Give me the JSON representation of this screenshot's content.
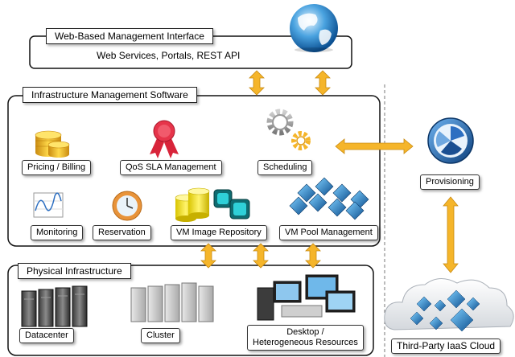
{
  "web_interface": {
    "title": "Web-Based Management Interface",
    "subtitle": "Web Services, Portals, REST API"
  },
  "infrastructure": {
    "title": "Infrastructure Management Software",
    "components": [
      {
        "label": "Pricing / Billing",
        "icon": "coins-icon"
      },
      {
        "label": "QoS SLA Management",
        "icon": "ribbon-seal-icon"
      },
      {
        "label": "Scheduling",
        "icon": "gears-icon"
      },
      {
        "label": "Monitoring",
        "icon": "monitoring-chart-icon"
      },
      {
        "label": "Reservation",
        "icon": "clock-icon"
      },
      {
        "label": "VM Image Repository",
        "icon": "database-cylinders-icon"
      },
      {
        "label": "VM Pool Management",
        "icon": "vm-diamonds-icon"
      }
    ]
  },
  "provisioning": {
    "label": "Provisioning",
    "icon": "provisioning-icon"
  },
  "physical": {
    "title": "Physical Infrastructure",
    "components": [
      {
        "label": "Datacenter",
        "icon": "server-racks-icon"
      },
      {
        "label": "Cluster",
        "icon": "cluster-servers-icon"
      },
      {
        "label_line1": "Desktop /",
        "label_line2": "Heterogeneous Resources",
        "icon": "desktops-icon"
      }
    ]
  },
  "cloud": {
    "label": "Third-Party IaaS Cloud",
    "icon": "cloud-icon"
  },
  "colors": {
    "arrow": "#f5b52a",
    "arrow_stroke": "#c98a10",
    "box_border": "#111111",
    "divider": "#777777"
  }
}
